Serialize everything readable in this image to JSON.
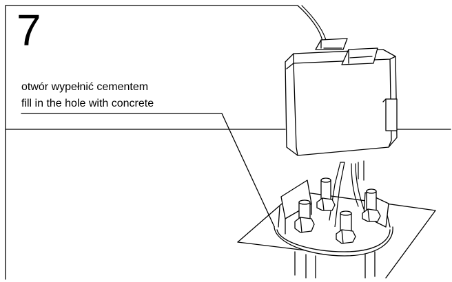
{
  "step_number": "7",
  "caption": {
    "line_pl": "otwór wypełnić cementem",
    "line_en": "fill in the hole with concrete"
  }
}
